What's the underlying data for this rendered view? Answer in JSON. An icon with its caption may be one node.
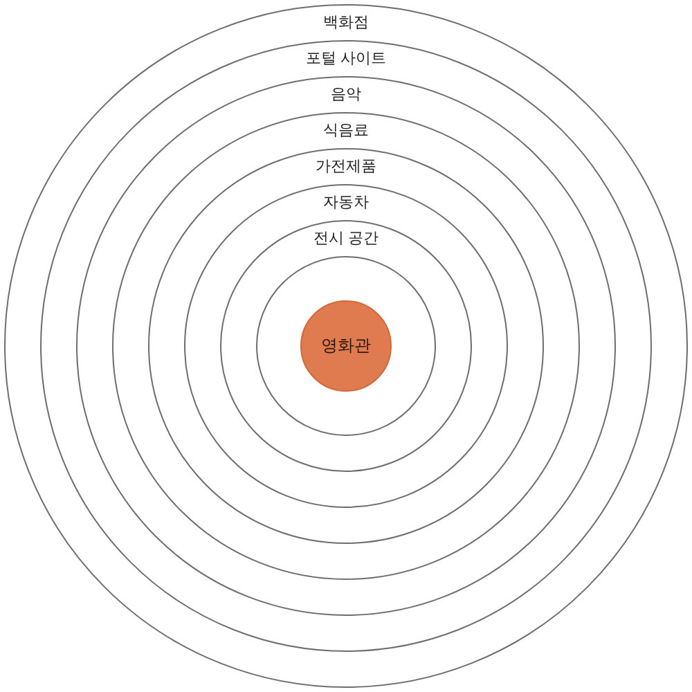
{
  "diagram": {
    "nodes": [
      {
        "text": [
          "백화점"
        ]
      },
      {
        "text": [
          "포털 사이트"
        ],
        "in": 0
      },
      {
        "text": [
          "음악"
        ],
        "in": 1
      },
      {
        "text": [
          "식음료"
        ],
        "in": 2
      },
      {
        "text": [
          "가전제품"
        ],
        "in": 3
      },
      {
        "text": [
          "자동차"
        ],
        "in": 4
      },
      {
        "text": [
          "전시 공간"
        ],
        "in": 5
      },
      {
        "text": [],
        "shape": "circle",
        "in": 6
      },
      {
        "text": [
          "영화관"
        ],
        "in": 7
      }
    ]
  }
}
